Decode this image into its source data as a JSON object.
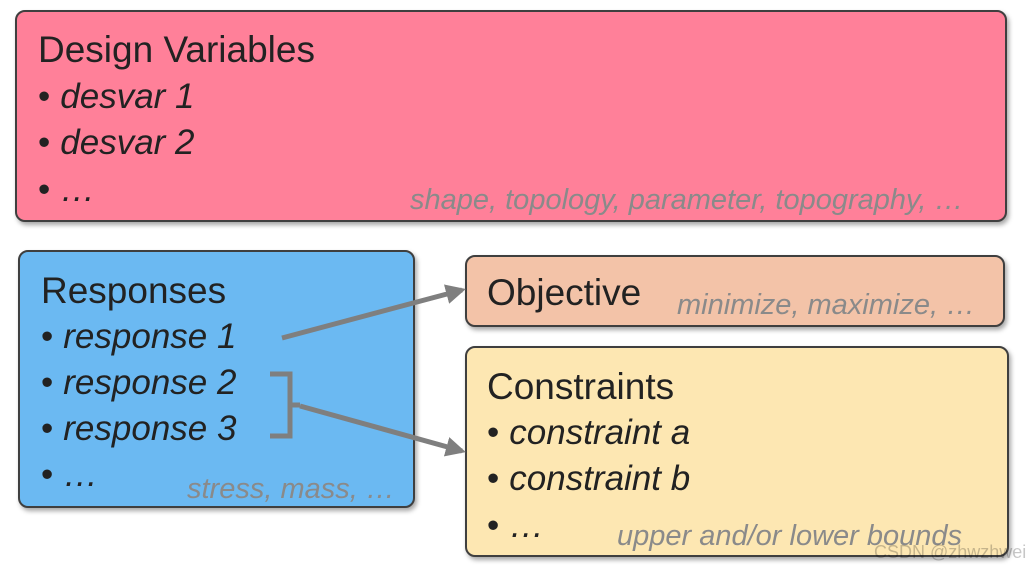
{
  "colors": {
    "design_variables": "#ff8099",
    "responses": "#6bb9f2",
    "objective": "#f3c3a8",
    "constraints": "#fde7b2",
    "arrow": "#7f7f7f"
  },
  "design_variables": {
    "title": "Design Variables",
    "items": [
      "desvar 1",
      "desvar 2",
      "…"
    ],
    "hint": "shape, topology, parameter, topography, …"
  },
  "responses": {
    "title": "Responses",
    "items": [
      "response 1",
      "response 2",
      "response 3",
      "…"
    ],
    "hint": "stress, mass, …"
  },
  "objective": {
    "title": "Objective",
    "hint": "minimize, maximize, …"
  },
  "constraints": {
    "title": "Constraints",
    "items": [
      "constraint a",
      "constraint b",
      "…"
    ],
    "hint": "upper and/or lower bounds"
  },
  "bullet": "•",
  "watermark": "CSDN @zhwzhwei"
}
